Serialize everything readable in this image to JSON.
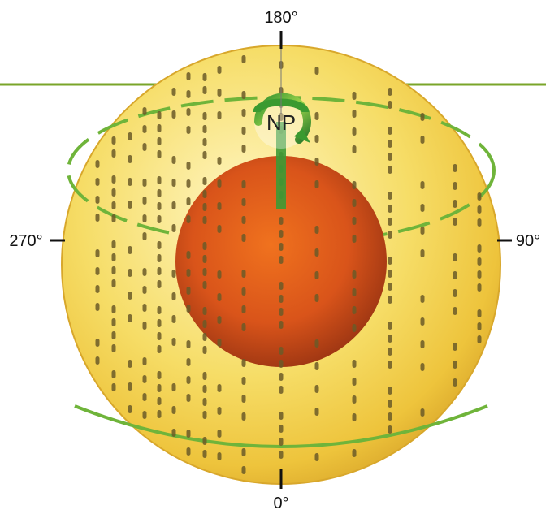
{
  "diagram": {
    "labels": {
      "top": "180°",
      "right": "90°",
      "bottom": "0°",
      "left": "270°",
      "pole": "NP"
    },
    "colors": {
      "outer_sphere": "#f3cf3a",
      "inner_core": "#e0561a",
      "ring_line": "#7aa52a",
      "pole_axis": "#3c9a35",
      "sensor_dots": "#6b5a28",
      "tick_marks": "#111111"
    },
    "icons": [
      "rotation-arrow-icon"
    ]
  }
}
